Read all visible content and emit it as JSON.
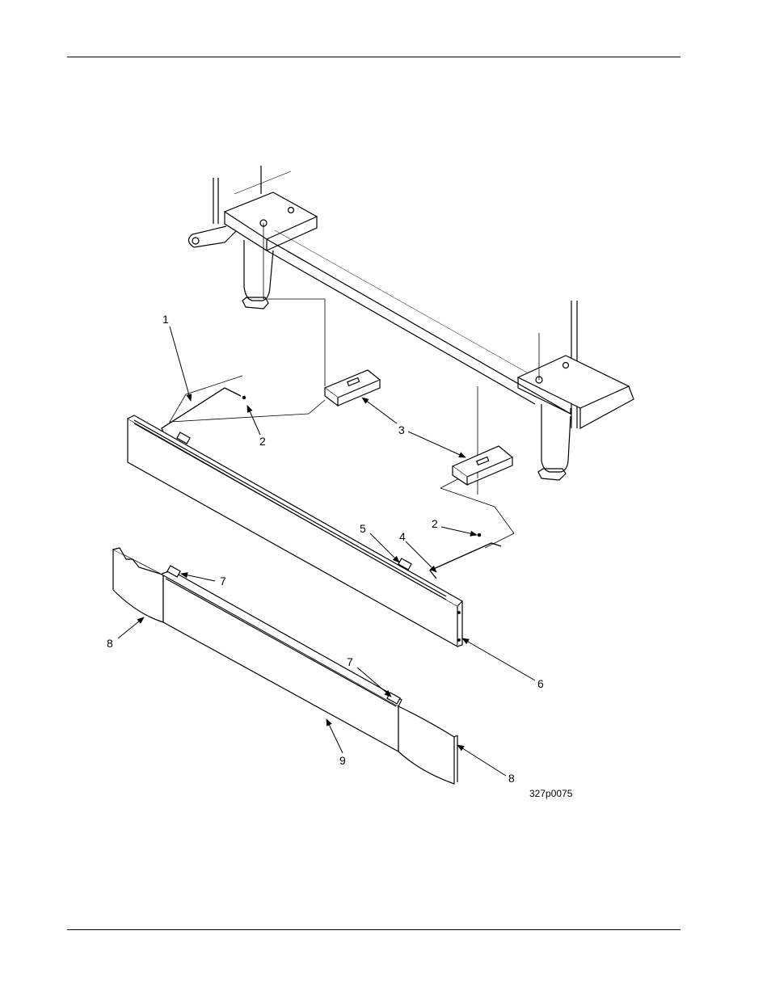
{
  "figure": {
    "figure_id": "327p0075",
    "callouts": [
      {
        "label": "1"
      },
      {
        "label": "2"
      },
      {
        "label": "3"
      },
      {
        "label": "2"
      },
      {
        "label": "5"
      },
      {
        "label": "4"
      },
      {
        "label": "7"
      },
      {
        "label": "8"
      },
      {
        "label": "6"
      },
      {
        "label": "7"
      },
      {
        "label": "9"
      },
      {
        "label": "8"
      }
    ]
  }
}
